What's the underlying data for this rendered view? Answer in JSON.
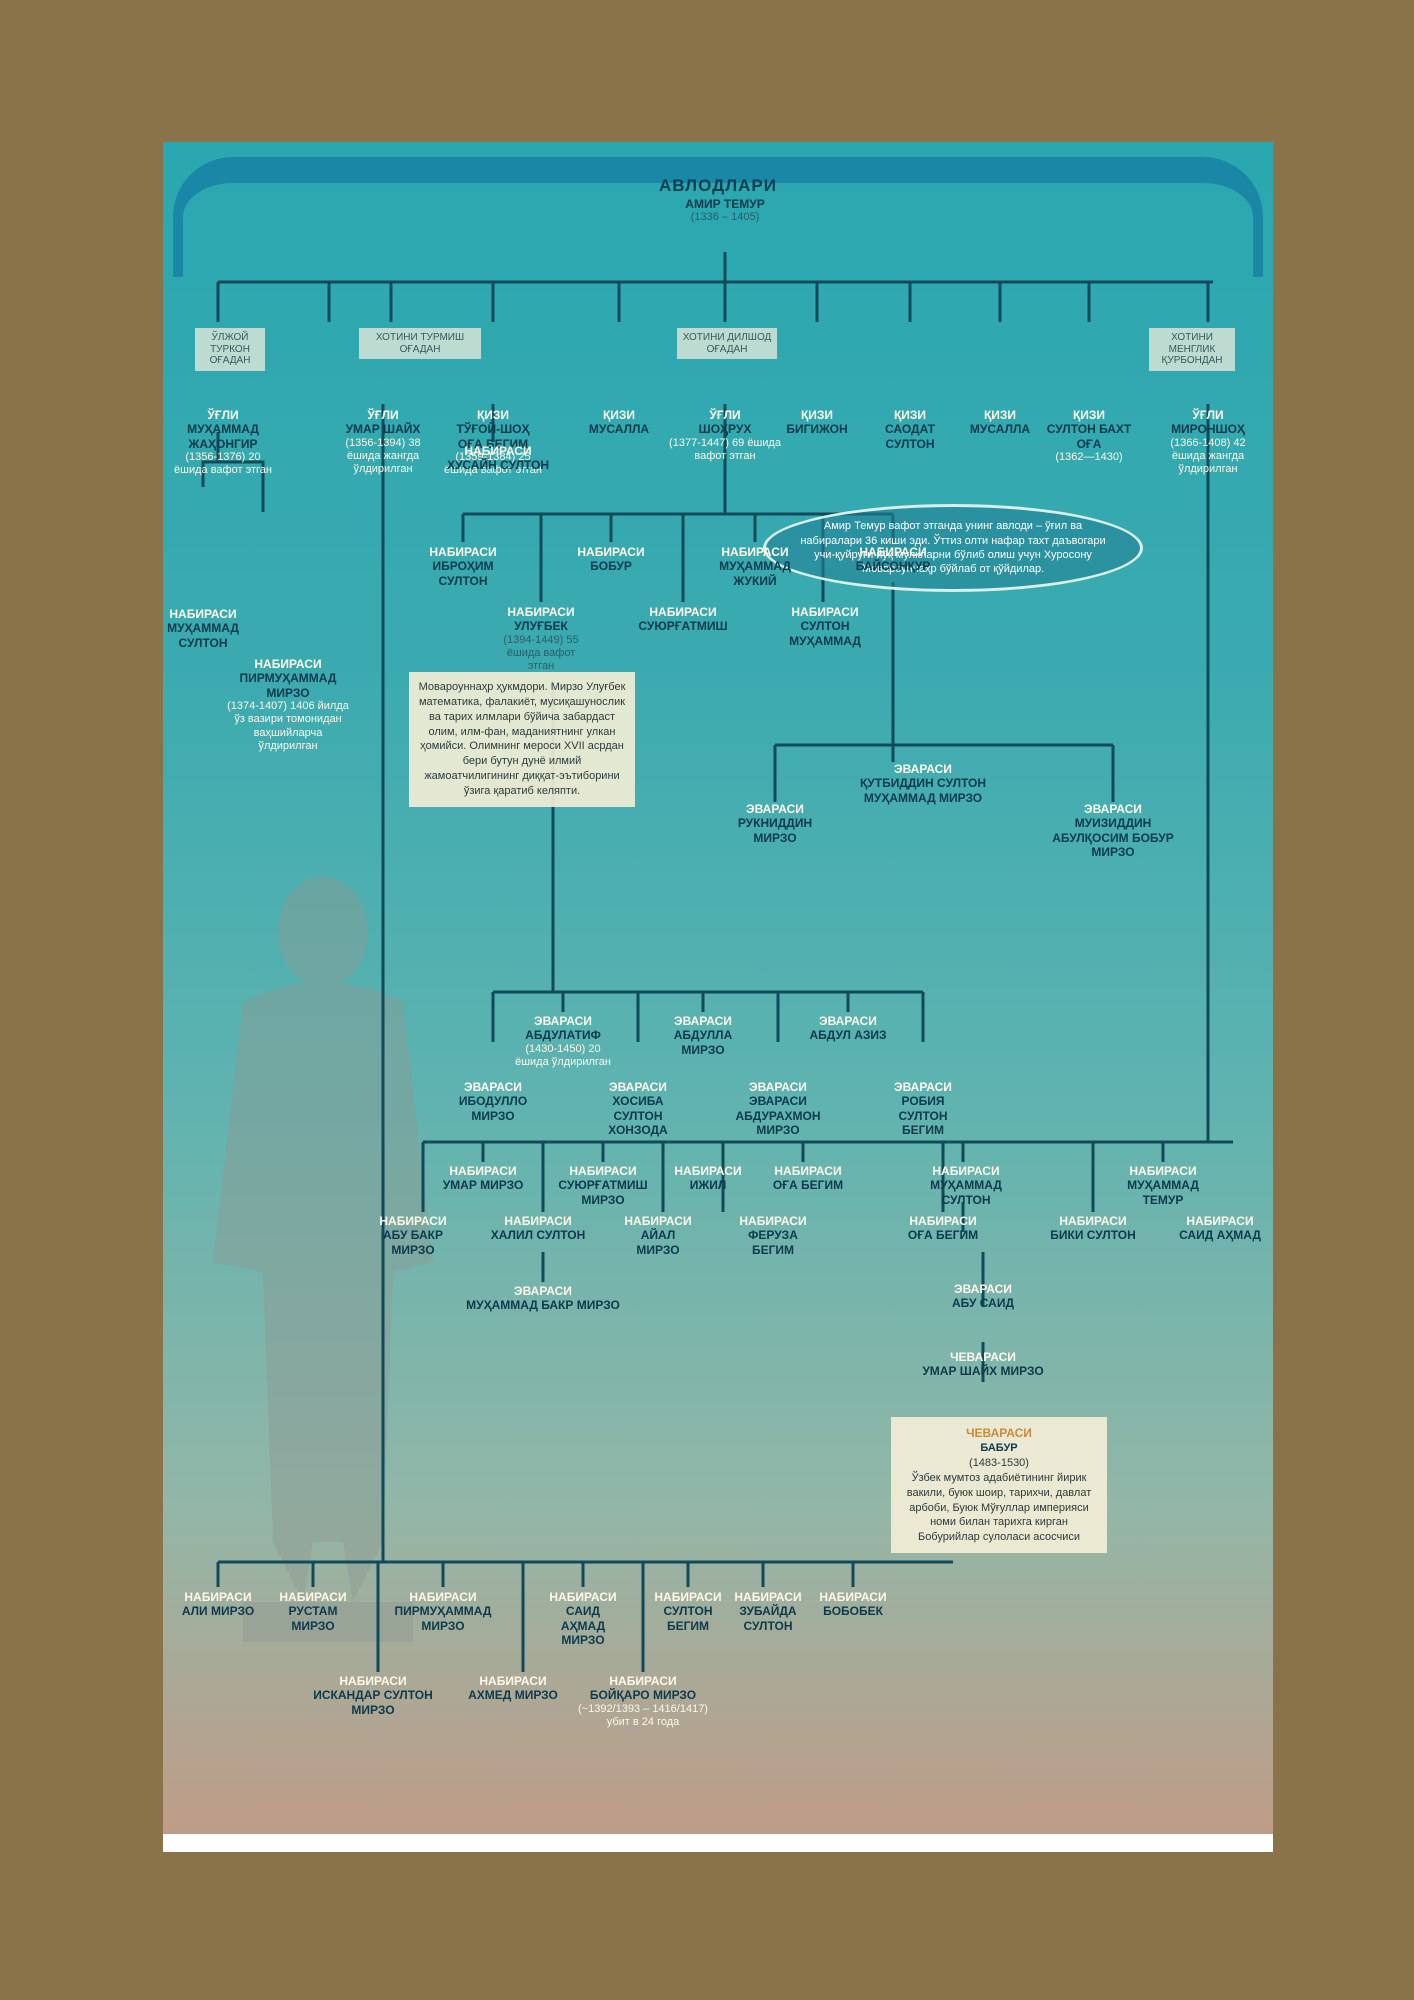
{
  "title": "АВЛОДЛАРИ",
  "root": {
    "name": "АМИР ТЕМУР",
    "years": "(1336 – 1405)"
  },
  "mothers": {
    "m1": "ЎЛЖОЙ ТУРКОН ОҒАДАН",
    "m2": "ХОТИНИ ТУРМИШ ОҒАДАН",
    "m3": "ХОТИНИ ДИЛШОД ОҒАДАН",
    "m4": "ХОТИНИ МЕНГЛИК ҚУРБОНДАН"
  },
  "children": {
    "c1": {
      "rel": "ЎҒЛИ",
      "name": "МУҲАММАД ЖАҲОНГИР",
      "info": "(1356-1376) 20 ёшида вафот этган"
    },
    "c2": {
      "rel": "ЎҒЛИ",
      "name": "УМАР ШАЙХ",
      "info": "(1356-1394) 38 ёшида жангда ўлдирилган"
    },
    "c3": {
      "rel": "ҚИЗИ",
      "name": "ТЎҒОЙ-ШОҲ ОҒА БЕГИМ",
      "info": "(1359-1384) 25 ёшида вафот этган"
    },
    "c4": {
      "rel": "ҚИЗИ",
      "name": "МУСАЛЛА"
    },
    "c5": {
      "rel": "ЎҒЛИ",
      "name": "ШОҲРУХ",
      "info": "(1377-1447) 69 ёшида вафот этган"
    },
    "c6": {
      "rel": "ҚИЗИ",
      "name": "БИГИЖОН"
    },
    "c7": {
      "rel": "ҚИЗИ",
      "name": "САОДАТ СУЛТОН"
    },
    "c8": {
      "rel": "ҚИЗИ",
      "name": "МУСАЛЛА"
    },
    "c9": {
      "rel": "ҚИЗИ",
      "name": "СУЛТОН БАХТ ОҒА",
      "info": "(1362—1430)"
    },
    "c10": {
      "rel": "ЎҒЛИ",
      "name": "МИРОНШОҲ",
      "info": "(1366-1408) 42 ёшида жангда ўлдирилган"
    }
  },
  "ellipse_note": "Амир Темур вафот этганда унинг авлоди – ўғил ва набиралари 36 киши эди. Ўттиз олти нафар тахт даъвогари учи-қуйруғи йўқ мулкларни бўлиб олиш учун Хуросону Мовароуннаҳр бўйлаб от қўйдилар.",
  "ulugbek_note": "Мовароуннаҳр ҳукмдори. Мирзо Улуғбек математика, фалакиёт, мусиқашунослик ва тарих илмлари бўйича забардаст олим, илм-фан, маданиятнинг улкан ҳомийси. Олимнинг мероси XVII асрдан бери бутун дунё илмий жамоатчилигининг диққат-эътиборини ўзига қаратиб келяпти.",
  "babur_note": "Ўзбек мумтоз адабиётининг йирик вакили, буюк шоир, тарихчи, давлат арбоби, Буюк Мўғуллар империяси номи билан тарихга кирган Бобурийлар сулоласи асосчиси",
  "labels": {
    "nabirasi": "НАБИРАСИ",
    "evarasi": "ЭВАРАСИ",
    "chevarasi": "ЧЕВАРАСИ"
  },
  "grandchildren": {
    "g1": {
      "name": "ХУСАЙН СУЛТОН"
    },
    "g2": {
      "name": "МУҲАММАД СУЛТОН"
    },
    "g3": {
      "name": "ПИРМУҲАММАД МИРЗО",
      "info": "(1374-1407) 1406 йилда ўз вазири томонидан ваҳшийларча ўлдирилган"
    },
    "g4": {
      "name": "ИБРОҲИМ СУЛТОН"
    },
    "g5": {
      "name": "БОБУР"
    },
    "g6": {
      "name": "МУҲАММАД ЖУКИЙ"
    },
    "g7": {
      "name": "БАЙСОНҚУР"
    },
    "g8": {
      "name": "УЛУҒБЕК",
      "info": "(1394-1449) 55 ёшида вафот этган"
    },
    "g9": {
      "name": "СУЮРҒАТМИШ"
    },
    "g10": {
      "name": "СУЛТОН МУҲАММАД"
    }
  },
  "greatgrandchildren": {
    "e1": {
      "name": "ҚУТБИДДИН СУЛТОН МУҲАММАД МИРЗО"
    },
    "e2": {
      "name": "РУКНИДДИН МИРЗО"
    },
    "e3": {
      "name": "МУИЗИДДИН АБУЛҚОСИМ БОБУР МИРЗО"
    },
    "e4": {
      "name": "АБДУЛАТИФ",
      "info": "(1430-1450) 20 ёшида ўлдирилган"
    },
    "e5": {
      "name": "АБДУЛЛА МИРЗО"
    },
    "e6": {
      "name": "АБДУЛ АЗИЗ"
    },
    "e7": {
      "name": "ИБОДУЛЛО МИРЗО"
    },
    "e8": {
      "name": "ХОСИБА СУЛТОН ХОНЗОДА"
    },
    "e9": {
      "name": "ЭВАРАСИ АБДУРАХМОН МИРЗО"
    },
    "e10": {
      "name": "РОБИЯ СУЛТОН БЕГИМ"
    }
  },
  "miranshah_line": {
    "a1": {
      "name": "УМАР МИРЗО"
    },
    "a2": {
      "name": "СУЮРҒАТМИШ МИРЗО"
    },
    "a3": {
      "name": "ИЖИЛ"
    },
    "a4": {
      "name": "ОҒА БЕГИМ"
    },
    "a5": {
      "name": "МУҲАММАД СУЛТОН"
    },
    "a6": {
      "name": "МУҲАММАД ТЕМУР"
    },
    "b1": {
      "name": "АБУ БАКР МИРЗО"
    },
    "b2": {
      "name": "ХАЛИЛ СУЛТОН"
    },
    "b3": {
      "name": "АЙАЛ МИРЗО"
    },
    "b4": {
      "name": "ФЕРУЗА БЕГИМ"
    },
    "b5": {
      "name": "ОҒА БЕГИМ"
    },
    "b6": {
      "name": "БИКИ СУЛТОН"
    },
    "b7": {
      "name": "САИД АҲМАД"
    },
    "m1": {
      "name": "МУҲАММАД БАКР МИРЗО"
    },
    "m2": {
      "name": "АБУ САИД"
    },
    "m3": {
      "name": "УМАР ШАЙХ МИРЗО"
    },
    "babur": {
      "name": "БАБУР",
      "years": "(1483-1530)"
    }
  },
  "umarshaikh_line": {
    "u1": {
      "name": "АЛИ МИРЗО"
    },
    "u2": {
      "name": "РУСТАМ МИРЗО"
    },
    "u3": {
      "name": "ПИРМУҲАММАД МИРЗО"
    },
    "u4": {
      "name": "САИД АҲМАД МИРЗО"
    },
    "u5": {
      "name": "СУЛТОН БЕГИМ"
    },
    "u6": {
      "name": "ЗУБАЙДА СУЛТОН"
    },
    "u7": {
      "name": "БОБОБЕК"
    },
    "u8": {
      "name": "ИСКАНДАР СУЛТОН МИРЗО"
    },
    "u9": {
      "name": "АХМЕД МИРЗО"
    },
    "u10": {
      "name": "БОЙҚАРО МИРЗО",
      "info": "(~1392/1393 – 1416/1417) убит в 24 года"
    }
  }
}
